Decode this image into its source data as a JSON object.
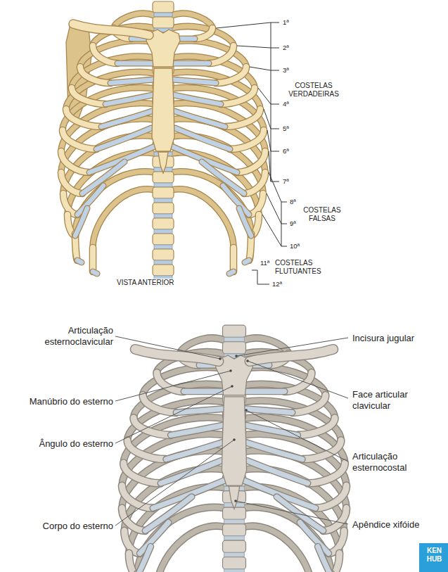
{
  "diagram": {
    "labels": [
      "1ª",
      "2ª",
      "3ª",
      "COSTELAS VERDADEIRAS",
      "4ª",
      "5ª",
      "6ª",
      "7ª",
      "8ª",
      "COSTELAS FALSAS",
      "9ª",
      "10ª",
      "11ª",
      "COSTELAS FLUTUANTES",
      "12ª",
      "VISTA ANTERIOR",
      "Articulação esternoclavicular",
      "Incisura jugular",
      "Manúbrio do esterno",
      "Face articular clavicular",
      "Ângulo do esterno",
      "Articulação esternocostal",
      "Corpo do esterno",
      "Apêndice xifóide",
      "KEN HUB"
    ]
  }
}
